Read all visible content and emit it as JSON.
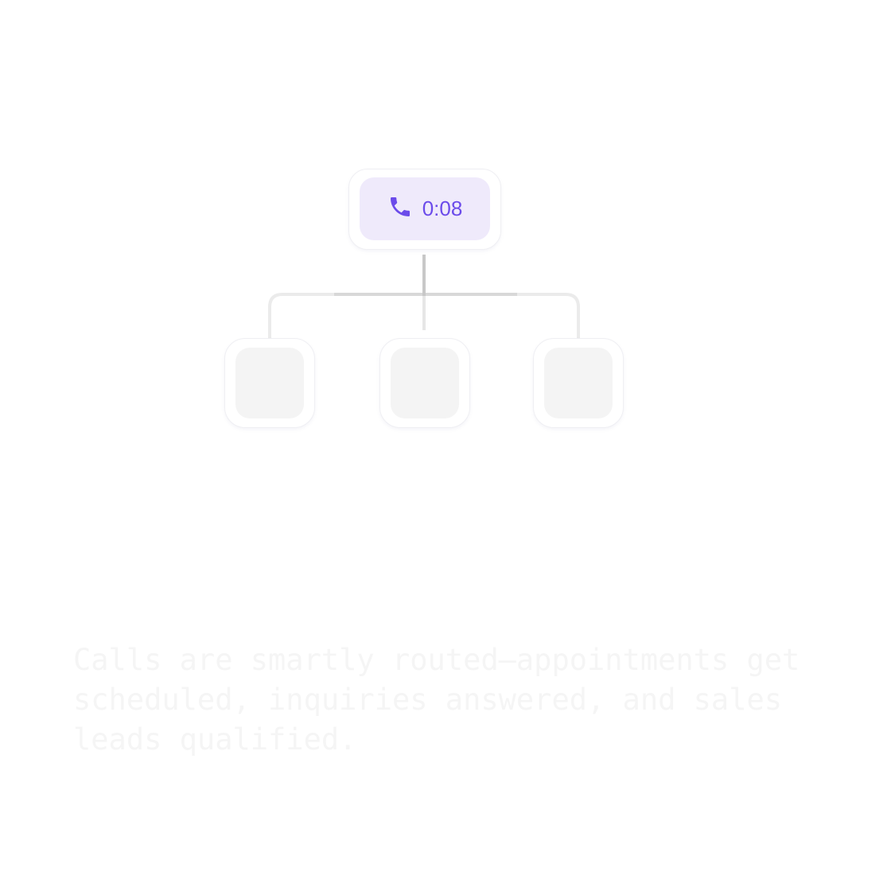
{
  "call_node": {
    "icon": "phone-icon",
    "timer": "0:08",
    "accent": "#6b4bea",
    "background": "#efeafb"
  },
  "route_nodes": [
    {
      "name": "route-1"
    },
    {
      "name": "route-2"
    },
    {
      "name": "route-3"
    }
  ],
  "caption": "Calls are smartly routed—appointments get scheduled, inquiries answered, and sales leads qualified."
}
